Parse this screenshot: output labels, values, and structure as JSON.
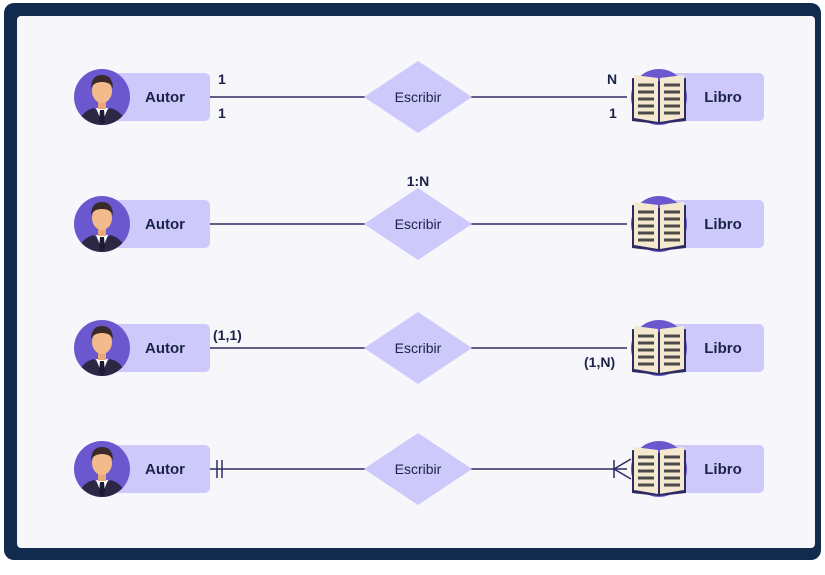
{
  "colors": {
    "frame": "#112b4f",
    "canvas": "#f6f6fb",
    "entity_fill": "#cdc9fb",
    "relation_fill": "#cdc9fb",
    "line": "#2e2a63",
    "avatar_circle": "#6b58cf",
    "text": "#1b2446"
  },
  "rows": [
    {
      "entity_left": "Autor",
      "relation": "Escribir",
      "entity_right": "Libro",
      "labels": {
        "left_top": "1",
        "left_bottom": "1",
        "right_top": "N",
        "right_bottom": "1"
      }
    },
    {
      "entity_left": "Autor",
      "relation": "Escribir",
      "entity_right": "Libro",
      "labels": {
        "above_relation": "1:N"
      }
    },
    {
      "entity_left": "Autor",
      "relation": "Escribir",
      "entity_right": "Libro",
      "labels": {
        "left": "(1,1)",
        "right": "(1,N)"
      }
    },
    {
      "entity_left": "Autor",
      "relation": "Escribir",
      "entity_right": "Libro",
      "notation": "crow-foot"
    }
  ],
  "icons": {
    "left": "person-avatar-icon",
    "right": "book-icon"
  }
}
